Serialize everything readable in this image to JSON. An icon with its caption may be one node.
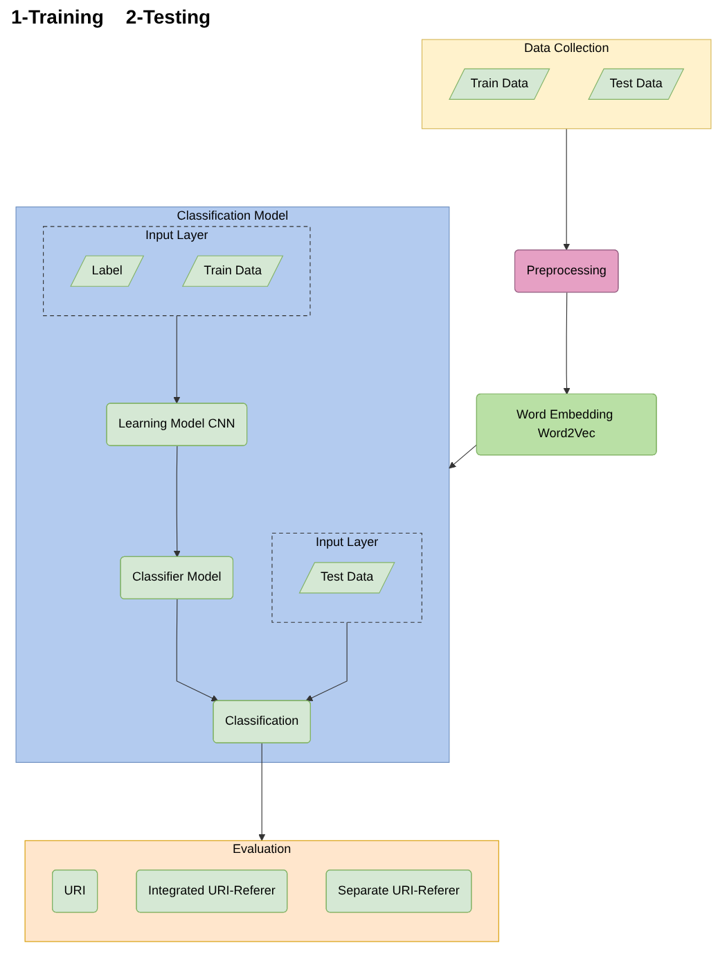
{
  "diagram": {
    "nodes": [
      {
        "text": [
          "Data Collection"
        ]
      },
      {
        "text": [
          "Train Data"
        ],
        "in": 0
      },
      {
        "text": [
          "Test Data"
        ],
        "in": 0
      },
      {
        "text": [
          "Preprocessing"
        ]
      },
      {
        "text": [
          "Word Embedding Word2Vec"
        ]
      },
      {
        "text": [
          "Classification Model"
        ]
      },
      {
        "text": [
          "Input Layer"
        ],
        "in": 5
      },
      {
        "text": [
          "Label"
        ],
        "in": 6
      },
      {
        "text": [
          "Train Data"
        ],
        "in": 6
      },
      {
        "text": [
          "Learning Model CNN"
        ],
        "in": 5
      },
      {
        "text": [
          "Classifier Model"
        ],
        "in": 5
      },
      {
        "text": [
          "Input Layer"
        ],
        "in": 5
      },
      {
        "text": [
          "Test Data"
        ],
        "in": 11
      },
      {
        "text": [
          "Classification"
        ],
        "in": 5
      },
      {
        "text": [
          "Evaluation"
        ]
      },
      {
        "text": [
          "URI"
        ],
        "in": 14
      },
      {
        "text": [
          "Integrated URI-Referer"
        ],
        "in": 14
      },
      {
        "text": [
          "Separate URI-Referer"
        ],
        "in": 14
      }
    ],
    "edges": [
      {
        "from": 0,
        "to": 3,
        "arrow": "to"
      },
      {
        "from": 3,
        "to": 4,
        "arrow": "to"
      },
      {
        "from": 4,
        "to": 5,
        "arrow": "to"
      },
      {
        "from": 6,
        "to": 9,
        "arrow": "to"
      },
      {
        "from": 9,
        "to": 10,
        "arrow": "to"
      },
      {
        "from": 10,
        "to": 13,
        "arrow": "to"
      },
      {
        "from": 11,
        "to": 13,
        "arrow": "to"
      },
      {
        "from": 13,
        "to": 14,
        "arrow": "to"
      }
    ],
    "labels": [
      "1-Training",
      "2-Testing"
    ]
  }
}
